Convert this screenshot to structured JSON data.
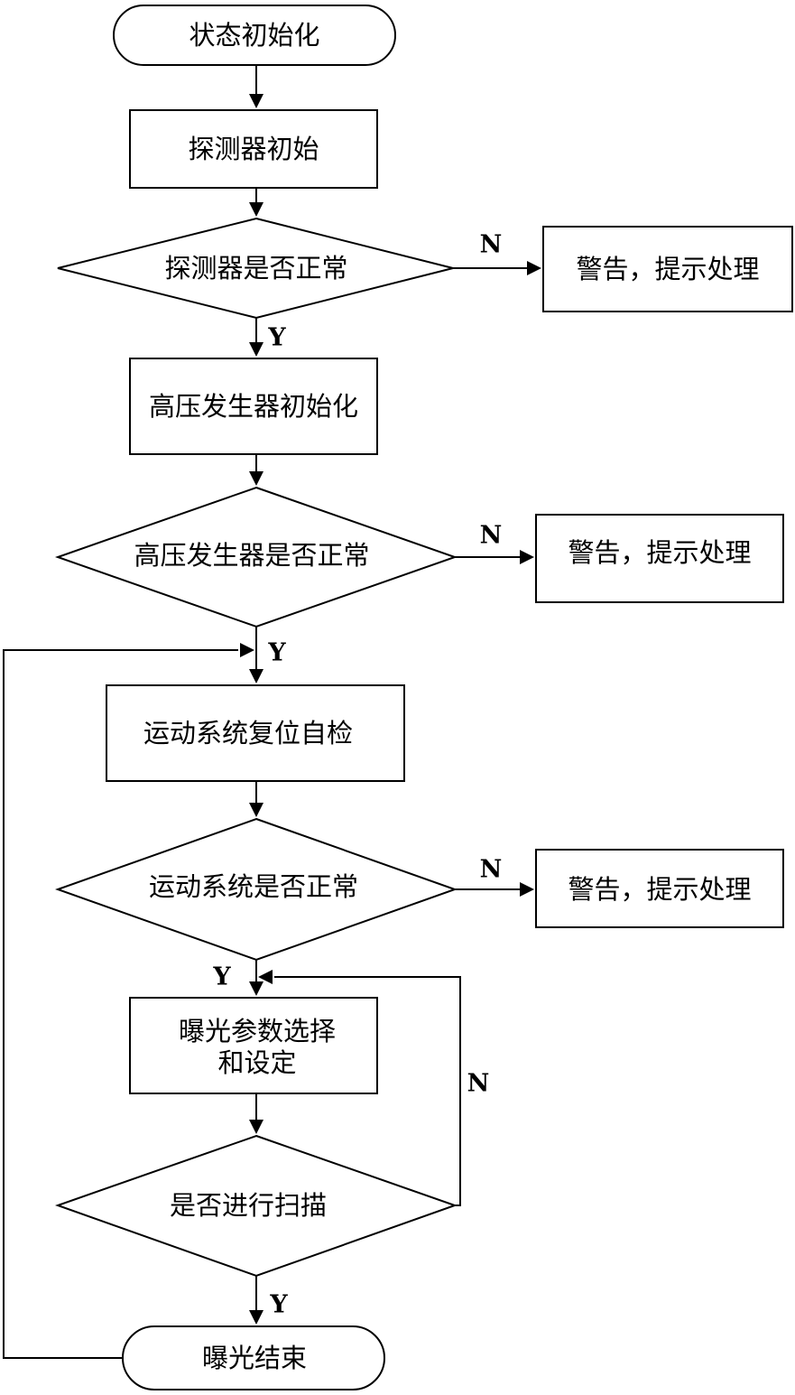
{
  "nodes": {
    "start": "状态初始化",
    "detector_init": "探测器初始",
    "detector_check": "探测器是否正常",
    "detector_warning": "警告，提示处理",
    "hv_init": "高压发生器初始化",
    "hv_check": "高压发生器是否正常",
    "hv_warning": "警告，提示处理",
    "motion_selftest": "运动系统复位自检",
    "motion_check": "运动系统是否正常",
    "motion_warning": "警告，提示处理",
    "exposure_params_line1": "曝光参数选择",
    "exposure_params_line2": "和设定",
    "scan_check": "是否进行扫描",
    "end": "曝光结束"
  },
  "branches": {
    "detector_no": "N",
    "detector_yes": "Y",
    "hv_no": "N",
    "hv_yes": "Y",
    "motion_no": "N",
    "motion_yes": "Y",
    "scan_no": "N",
    "scan_yes": "Y"
  }
}
